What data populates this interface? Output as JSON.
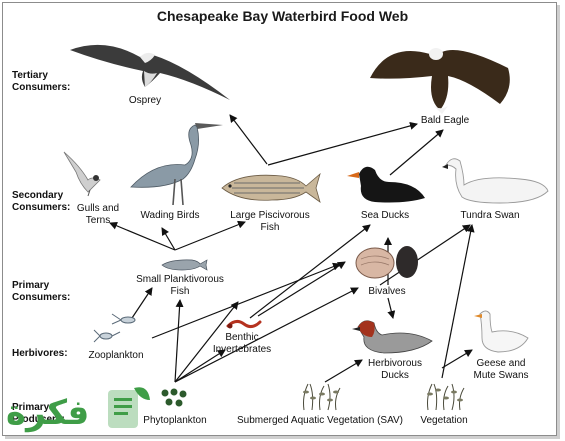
{
  "title": "Chesapeake Bay Waterbird Food Web",
  "levels": {
    "tertiary": "Tertiary\nConsumers:",
    "secondary": "Secondary\nConsumers:",
    "primary": "Primary\nConsumers:",
    "herbivores": "Herbivores:",
    "producers": "Primary\nProducers:"
  },
  "organisms": {
    "osprey": "Osprey",
    "bald_eagle": "Bald Eagle",
    "gulls_terns": "Gulls and\nTerns",
    "wading_birds": "Wading Birds",
    "piscivorous_fish": "Large Piscivorous\nFish",
    "sea_ducks": "Sea Ducks",
    "tundra_swan": "Tundra Swan",
    "planktivorous_fish": "Small Planktivorous\nFish",
    "bivalves": "Bivalves",
    "zooplankton": "Zooplankton",
    "benthic": "Benthic\nInvertebrates",
    "herbivorous_ducks": "Herbivorous\nDucks",
    "geese_swans": "Geese and\nMute Swans",
    "phytoplankton": "Phytoplankton",
    "sav": "Submerged Aquatic Vegetation (SAV)",
    "vegetation": "Vegetation"
  },
  "logo": {
    "text": "فكرة"
  },
  "colors": {
    "arrow": "#111111",
    "logo_green": "#3f9d47",
    "background": "#ffffff"
  }
}
